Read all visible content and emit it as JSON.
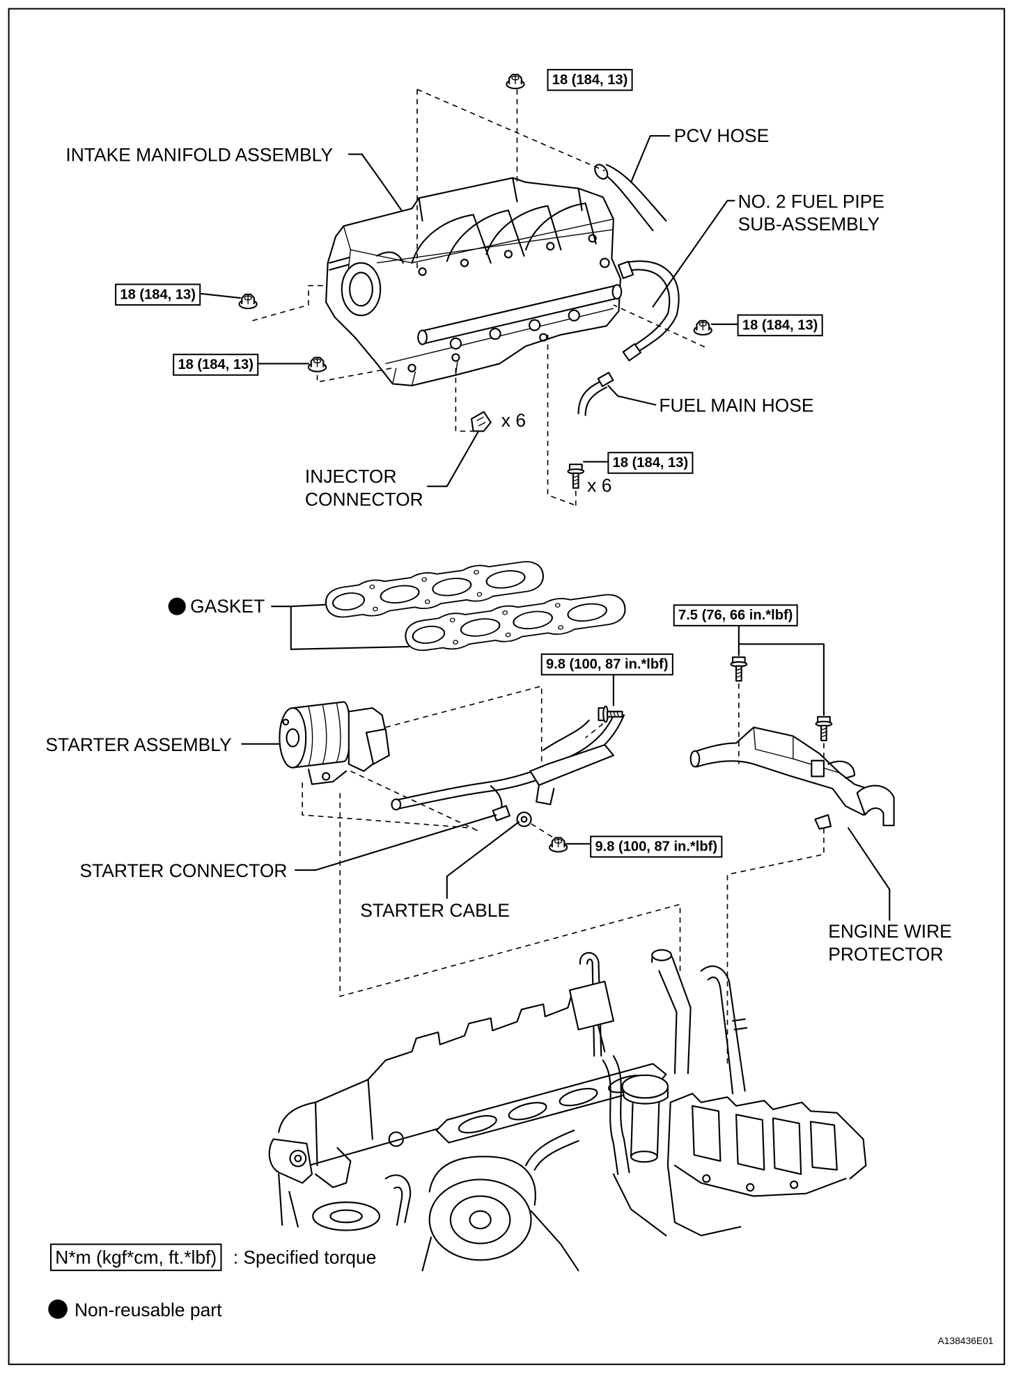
{
  "labels": {
    "intake_manifold": "INTAKE MANIFOLD ASSEMBLY",
    "pcv_hose": "PCV HOSE",
    "fuel_pipe": [
      "NO. 2 FUEL PIPE",
      "SUB-ASSEMBLY"
    ],
    "fuel_main_hose": "FUEL MAIN HOSE",
    "injector_connector": [
      "INJECTOR",
      "CONNECTOR"
    ],
    "gasket": "GASKET",
    "starter_assembly": "STARTER ASSEMBLY",
    "starter_connector": "STARTER CONNECTOR",
    "starter_cable": "STARTER CABLE",
    "engine_wire_protector": [
      "ENGINE WIRE",
      "PROTECTOR"
    ]
  },
  "quantities": {
    "injector_connector": "x 6",
    "manifold_bolt": "x 6"
  },
  "torque": {
    "manifold_nut_top": "18 (184, 13)",
    "manifold_nut_left_upper": "18 (184, 13)",
    "manifold_nut_left_lower": "18 (184, 13)",
    "manifold_nut_right": "18 (184, 13)",
    "manifold_bolt": "18 (184, 13)",
    "wire_protector_bolt": "7.5 (76, 66 in.*lbf)",
    "starter_bolt": "9.8 (100, 87 in.*lbf)",
    "starter_nut": "9.8 (100, 87 in.*lbf)"
  },
  "legend": {
    "torque_units": "N*m (kgf*cm, ft.*lbf)",
    "torque_desc": ": Specified torque",
    "non_reusable": "Non-reusable part"
  },
  "figure_id": "A138436E01",
  "icons": {
    "non_reusable_mark": "filled-circle",
    "fastener_nut": "hex-flange-nut",
    "fastener_bolt": "hex-flange-bolt"
  },
  "colors": {
    "line": "#000000",
    "background": "#ffffff"
  }
}
